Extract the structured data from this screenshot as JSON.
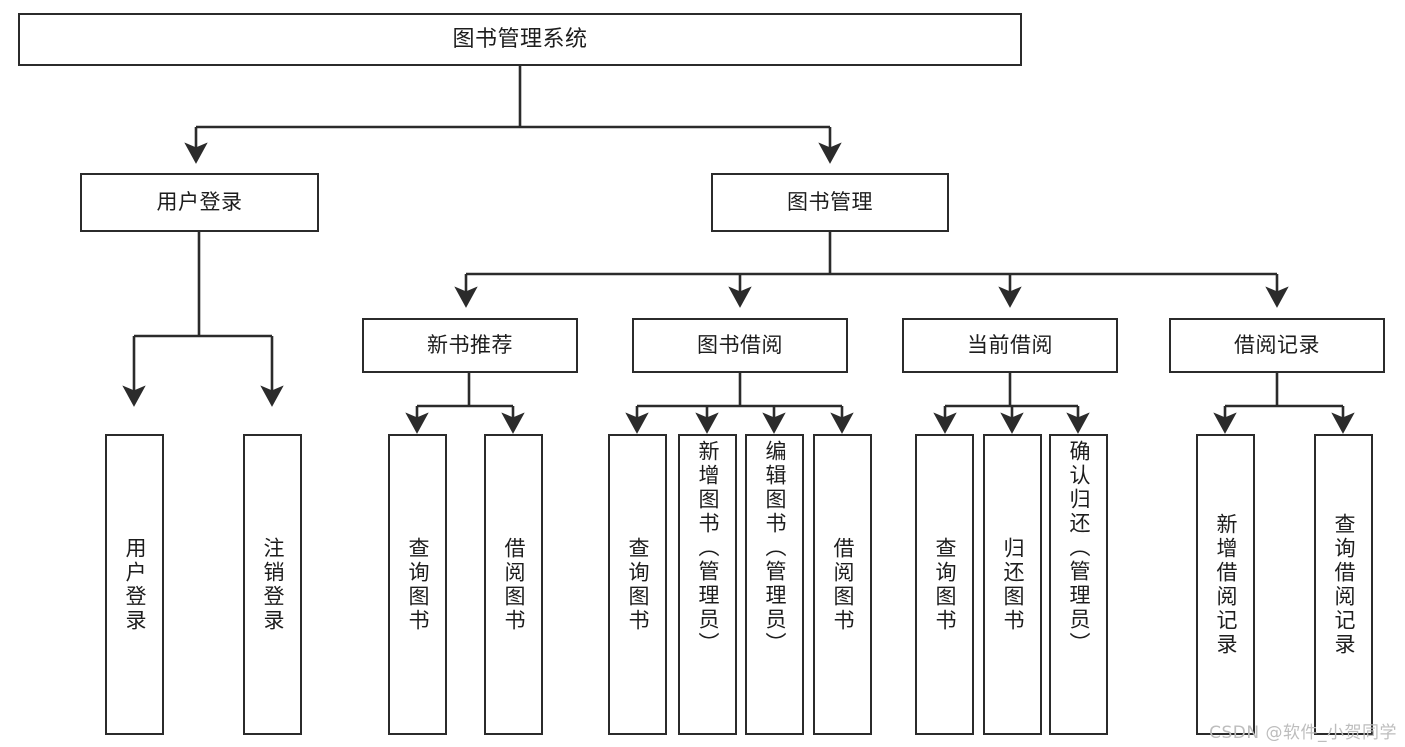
{
  "diagram": {
    "title": "图书管理系统",
    "watermark": "CSDN @软件_小贺同学",
    "stroke_color": "#2b2b2b",
    "fill_color": "#ffffff",
    "text_color": "#1d1d1d",
    "watermark_color": "#bdbdbd"
  },
  "nodes": {
    "root": {
      "label": "图书管理系统"
    },
    "level2": [
      {
        "label": "用户登录"
      },
      {
        "label": "图书管理"
      }
    ],
    "level3": [
      {
        "label": "新书推荐"
      },
      {
        "label": "图书借阅"
      },
      {
        "label": "当前借阅"
      },
      {
        "label": "借阅记录"
      }
    ],
    "leaves_user_login": [
      {
        "label": "用户登录"
      },
      {
        "label": "注销登录"
      }
    ],
    "leaves_new_book": [
      {
        "label": "查询图书"
      },
      {
        "label": "借阅图书"
      }
    ],
    "leaves_borrow": [
      {
        "label": "查询图书"
      },
      {
        "label": "新增图书（管理员）"
      },
      {
        "label": "编辑图书（管理员）"
      },
      {
        "label": "借阅图书"
      }
    ],
    "leaves_current": [
      {
        "label": "查询图书"
      },
      {
        "label": "归还图书"
      },
      {
        "label": "确认归还（管理员）"
      }
    ],
    "leaves_records": [
      {
        "label": "新增借阅记录"
      },
      {
        "label": "查询借阅记录"
      }
    ]
  },
  "chart_data": {
    "type": "table",
    "title": "图书管理系统 功能结构图",
    "tree": {
      "name": "图书管理系统",
      "children": [
        {
          "name": "用户登录",
          "children": [
            {
              "name": "用户登录"
            },
            {
              "name": "注销登录"
            }
          ]
        },
        {
          "name": "图书管理",
          "children": [
            {
              "name": "新书推荐",
              "children": [
                {
                  "name": "查询图书"
                },
                {
                  "name": "借阅图书"
                }
              ]
            },
            {
              "name": "图书借阅",
              "children": [
                {
                  "name": "查询图书"
                },
                {
                  "name": "新增图书（管理员）"
                },
                {
                  "name": "编辑图书（管理员）"
                },
                {
                  "name": "借阅图书"
                }
              ]
            },
            {
              "name": "当前借阅",
              "children": [
                {
                  "name": "查询图书"
                },
                {
                  "name": "归还图书"
                },
                {
                  "name": "确认归还（管理员）"
                }
              ]
            },
            {
              "name": "借阅记录",
              "children": [
                {
                  "name": "新增借阅记录"
                },
                {
                  "name": "查询借阅记录"
                }
              ]
            }
          ]
        }
      ]
    }
  }
}
